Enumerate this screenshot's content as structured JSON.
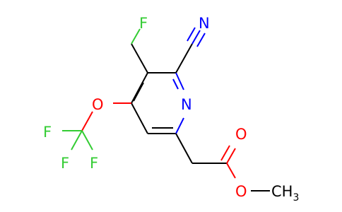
{
  "molecule": {
    "atoms": {
      "fluoromethyl_f": "F",
      "nitrile_n": "N",
      "ring_n": "N",
      "ether_o": "O",
      "cf3_f1": "F",
      "cf3_f2": "F",
      "cf3_f3": "F",
      "carbonyl_o": "O",
      "ester_o": "O",
      "methyl": "CH",
      "methyl_subscript": "3"
    },
    "colors": {
      "nitrogen": "#0000ff",
      "oxygen": "#ff0000",
      "fluorine": "#33cc33",
      "bond": "#000000"
    }
  }
}
